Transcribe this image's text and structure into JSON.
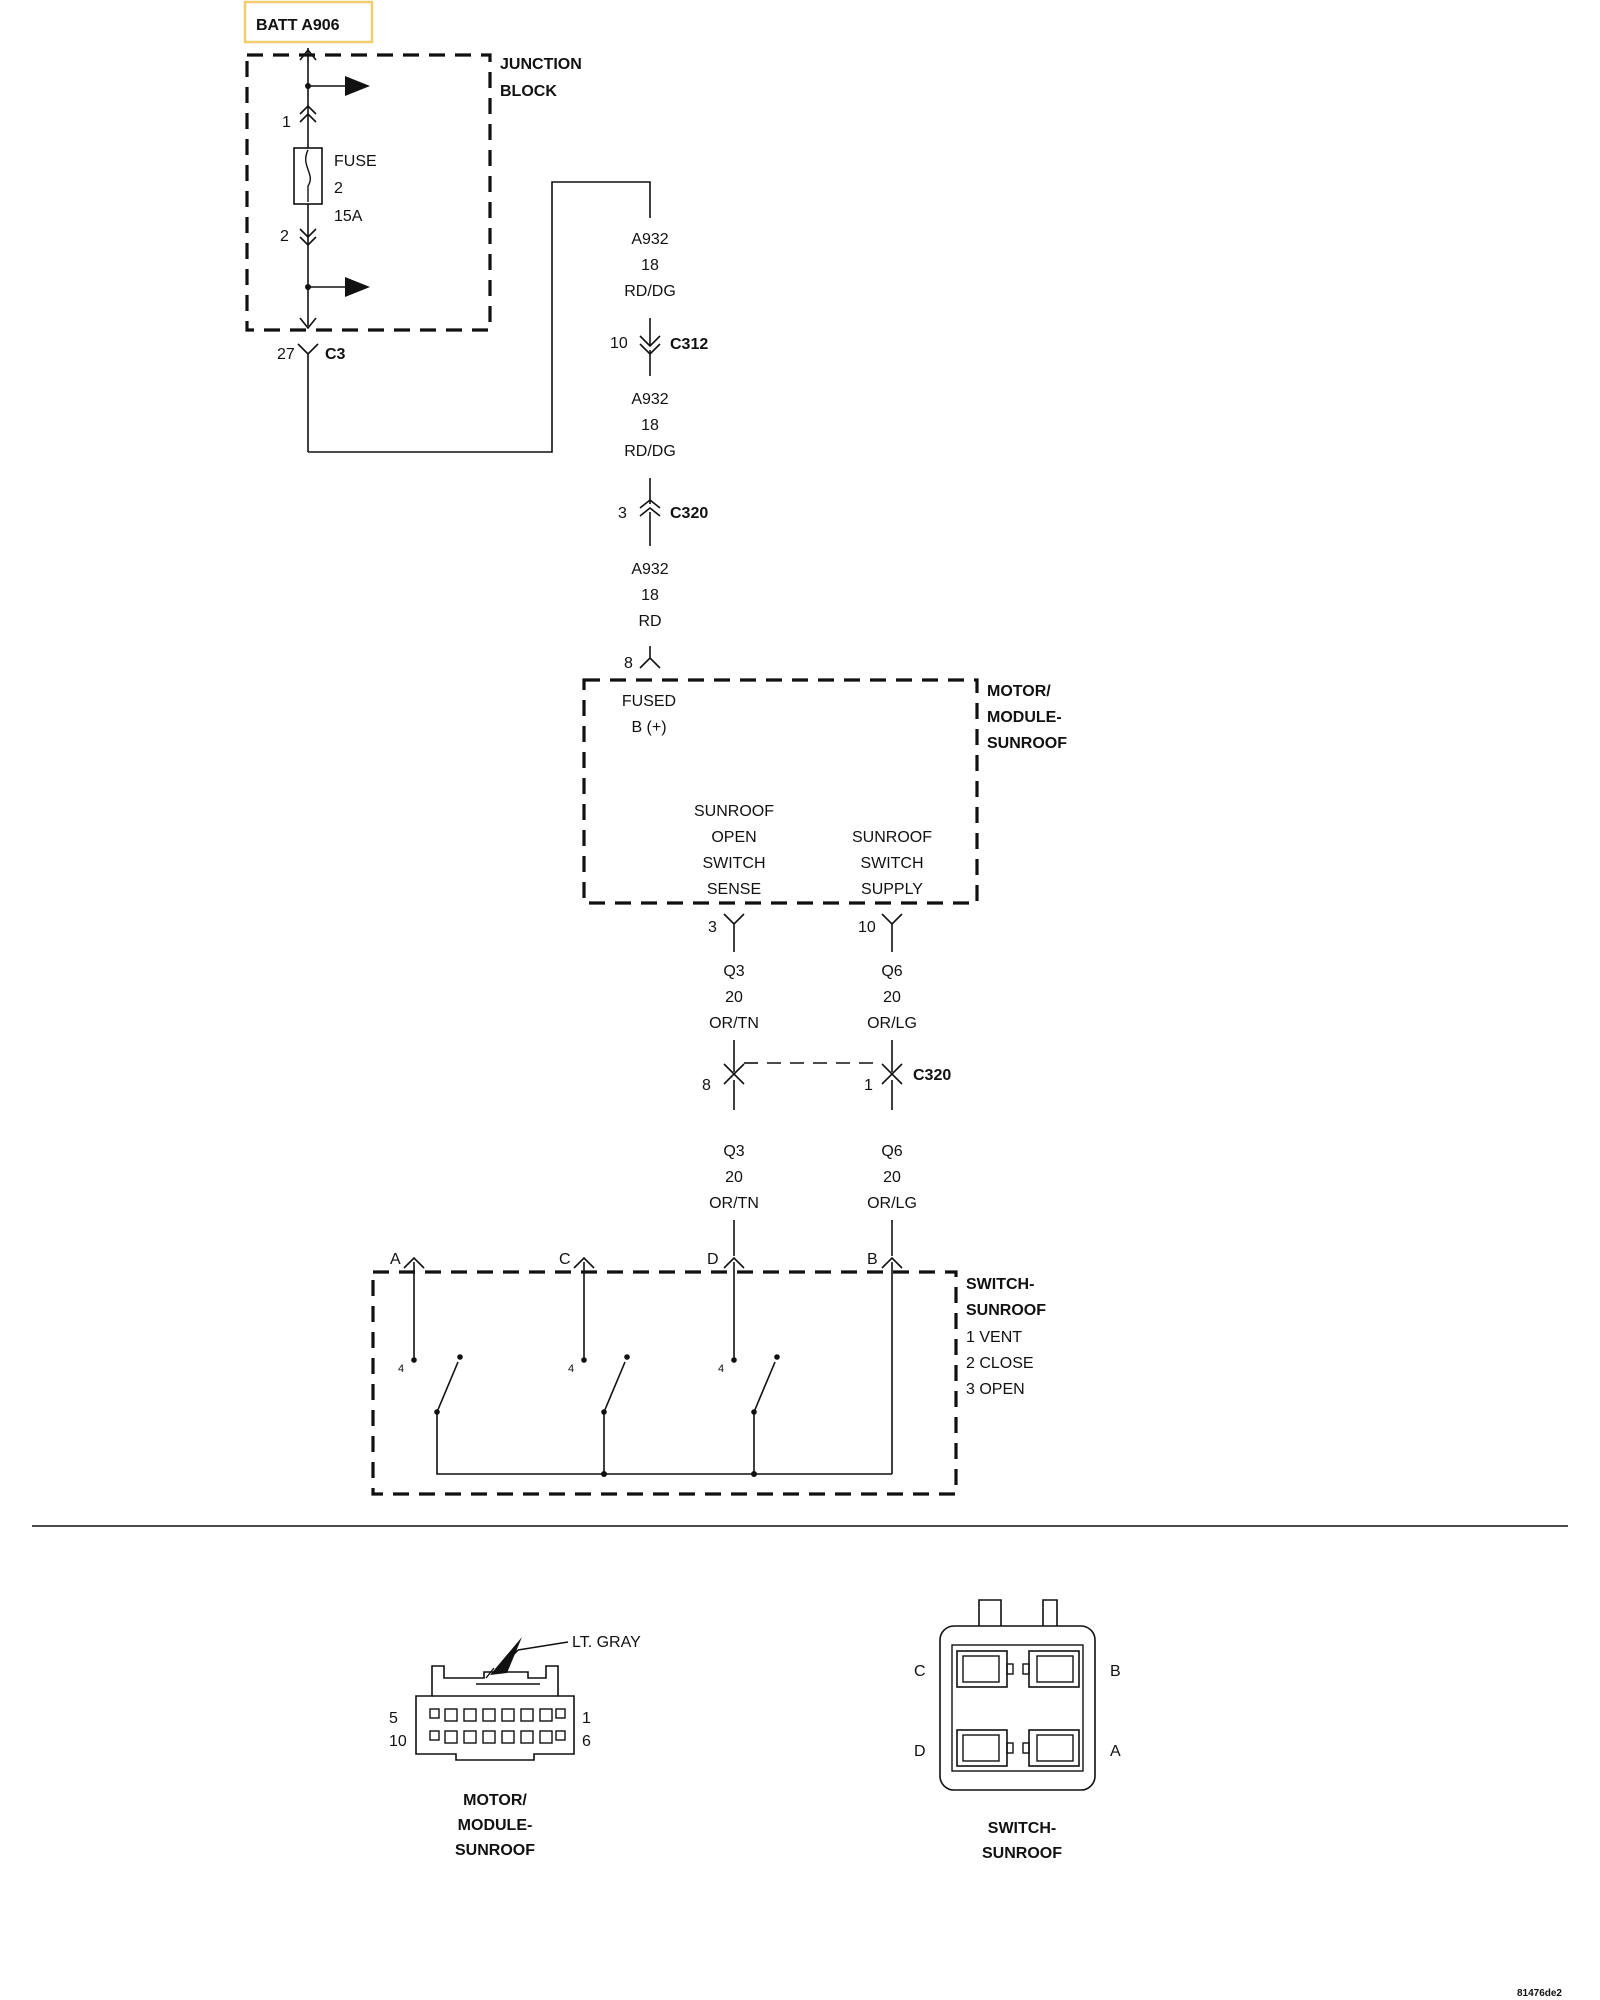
{
  "battery_label": "BATT A906",
  "junction_block": {
    "title_line1": "JUNCTION",
    "title_line2": "BLOCK"
  },
  "fuse": {
    "label": "FUSE",
    "number": "2",
    "rating": "15A",
    "pin_in": "1",
    "pin_out": "2"
  },
  "connector_c3": {
    "pin": "27",
    "name": "C3"
  },
  "wire_a932_top": {
    "circuit": "A932",
    "gauge": "18",
    "color": "RD/DG"
  },
  "connector_c312": {
    "pin": "10",
    "name": "C312"
  },
  "wire_a932_mid": {
    "circuit": "A932",
    "gauge": "18",
    "color": "RD/DG"
  },
  "connector_c320_upper": {
    "pin": "3",
    "name": "C320"
  },
  "wire_a932_bottom": {
    "circuit": "A932",
    "gauge": "18",
    "color": "RD"
  },
  "motor_module": {
    "pin_power": "8",
    "title_line1": "MOTOR/",
    "title_line2": "MODULE-",
    "title_line3": "SUNROOF",
    "fused_line1": "FUSED",
    "fused_line2": "B (+)",
    "sense_line1": "SUNROOF",
    "sense_line2": "OPEN",
    "sense_line3": "SWITCH",
    "sense_line4": "SENSE",
    "supply_line1": "SUNROOF",
    "supply_line2": "SWITCH",
    "supply_line3": "SUPPLY",
    "pin_sense": "3",
    "pin_supply": "10"
  },
  "wire_q3_top": {
    "circuit": "Q3",
    "gauge": "20",
    "color": "OR/TN"
  },
  "wire_q6_top": {
    "circuit": "Q6",
    "gauge": "20",
    "color": "OR/LG"
  },
  "connector_c320_lower": {
    "pin_q3": "8",
    "pin_q6": "1",
    "name": "C320"
  },
  "wire_q3_bottom": {
    "circuit": "Q3",
    "gauge": "20",
    "color": "OR/TN"
  },
  "wire_q6_bottom": {
    "circuit": "Q6",
    "gauge": "20",
    "color": "OR/LG"
  },
  "switch_sunroof": {
    "pin_a": "A",
    "pin_c": "C",
    "pin_d": "D",
    "pin_b": "B",
    "title_line1": "SWITCH-",
    "title_line2": "SUNROOF",
    "pos_1": "1 VENT",
    "pos_2": "2 CLOSE",
    "pos_3": "3 OPEN",
    "contact_1": "4",
    "contact_2": "4",
    "contact_3": "4"
  },
  "motor_connector_view": {
    "color_label": "LT. GRAY",
    "pin_5": "5",
    "pin_10": "10",
    "pin_1": "1",
    "pin_6": "6",
    "title_line1": "MOTOR/",
    "title_line2": "MODULE-",
    "title_line3": "SUNROOF"
  },
  "switch_connector_view": {
    "pin_c": "C",
    "pin_b": "B",
    "pin_d": "D",
    "pin_a": "A",
    "title_line1": "SWITCH-",
    "title_line2": "SUNROOF"
  },
  "figure_id": "81476de2",
  "colors": {
    "battery_highlight": "#f2cd6b",
    "line": "#111111"
  }
}
